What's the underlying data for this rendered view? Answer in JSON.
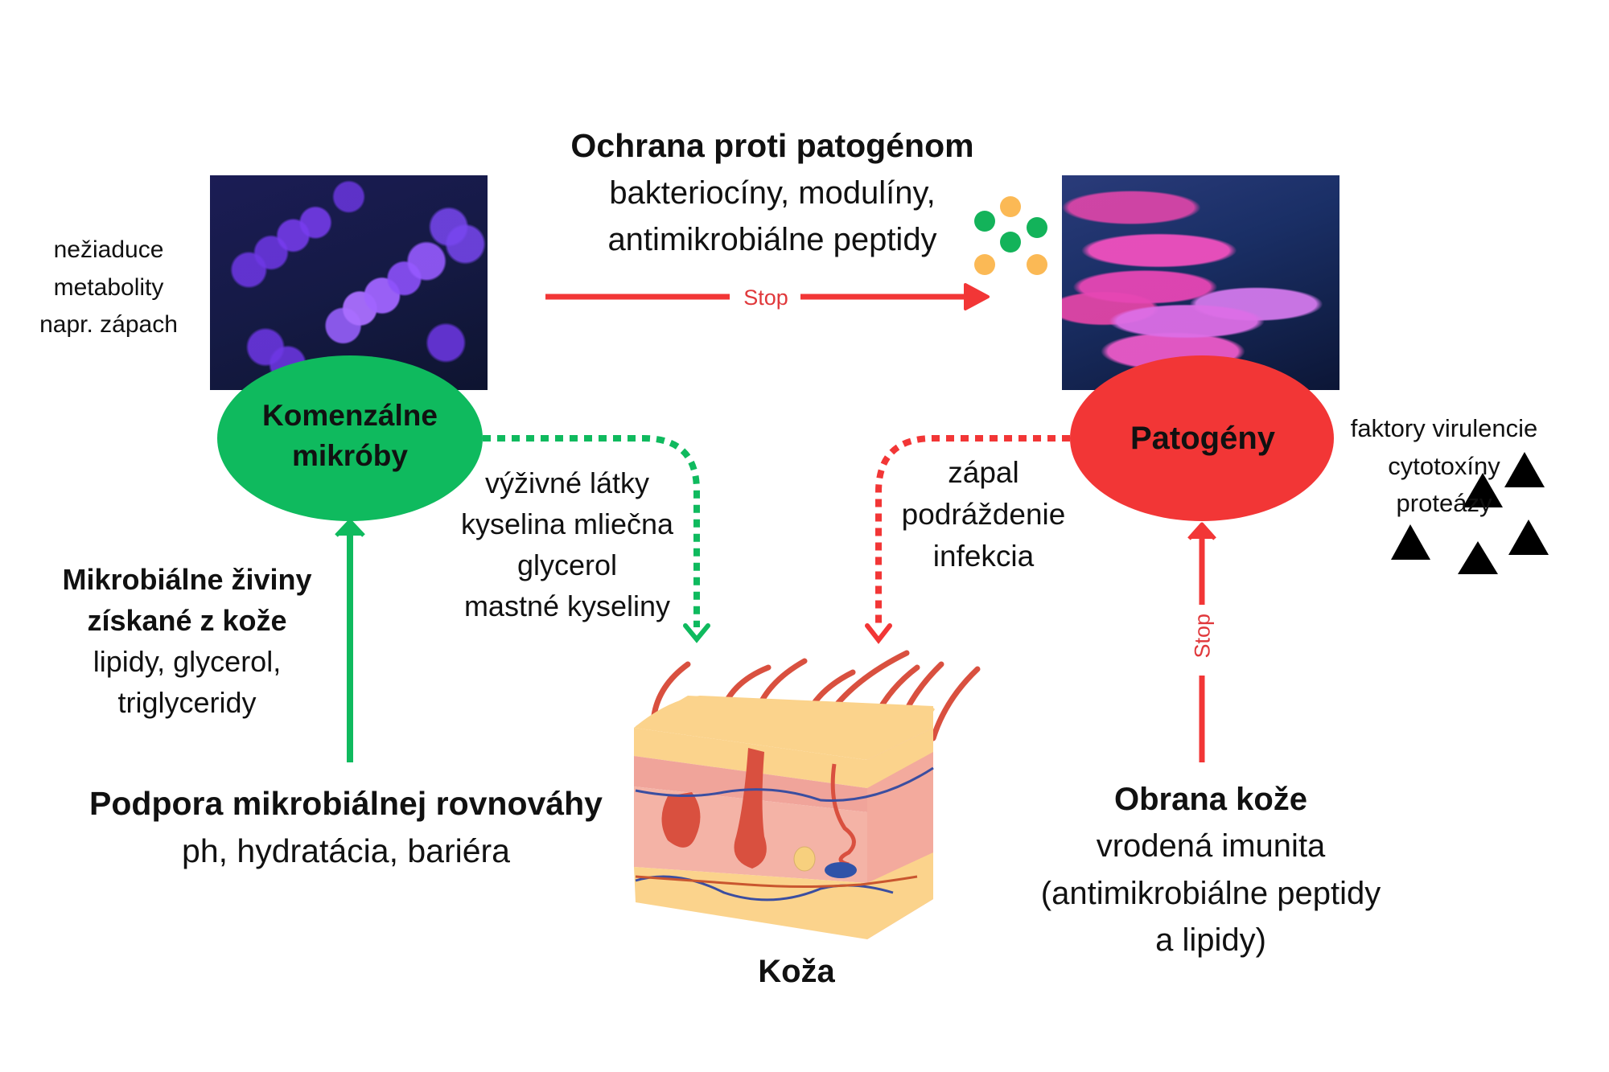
{
  "colors": {
    "green": "#0fba5e",
    "red": "#f23636",
    "orange_dot": "#fbb955",
    "green_dot": "#13b35a",
    "text": "#111111",
    "stop_text": "#e0383b"
  },
  "commensal": {
    "label_line1": "Komenzálne",
    "label_line2": "mikróby",
    "image_alt": "purple-cocci-chains-image",
    "side_note": [
      "nežiaduce",
      "metabolity",
      "napr. zápach"
    ]
  },
  "pathogens": {
    "label": "Patogény",
    "image_alt": "pink-rod-bacteria-image",
    "side_note": [
      "faktory virulencie",
      "cytotoxíny",
      "proteázy"
    ],
    "triangle_count": 5
  },
  "protection": {
    "title": "Ochrana proti patogénom",
    "lines": [
      "bakteriocíny, modulíny,",
      "antimikrobiálne peptidy"
    ],
    "arrow_label": "Stop"
  },
  "nutrients_to_skin": {
    "lines": [
      "výživné látky",
      "kyselina mliečna",
      "glycerol",
      "mastné kyseliny"
    ]
  },
  "pathogen_effects": {
    "lines": [
      "zápal",
      "podráždenie",
      "infekcia"
    ]
  },
  "microbial_nutrients": {
    "title_lines": [
      "Mikrobiálne živiny",
      "získané z kože"
    ],
    "lines": [
      "lipidy, glycerol,",
      "triglyceridy"
    ]
  },
  "balance_support": {
    "title": "Podpora mikrobiálnej rovnováhy",
    "subtitle": "ph, hydratácia, bariéra"
  },
  "skin_defense": {
    "title": "Obrana kože",
    "lines": [
      "vrodená imunita",
      "(antimikrobiálne peptidy",
      "a lipidy)"
    ],
    "arrow_label": "Stop"
  },
  "skin": {
    "label": "Koža"
  }
}
